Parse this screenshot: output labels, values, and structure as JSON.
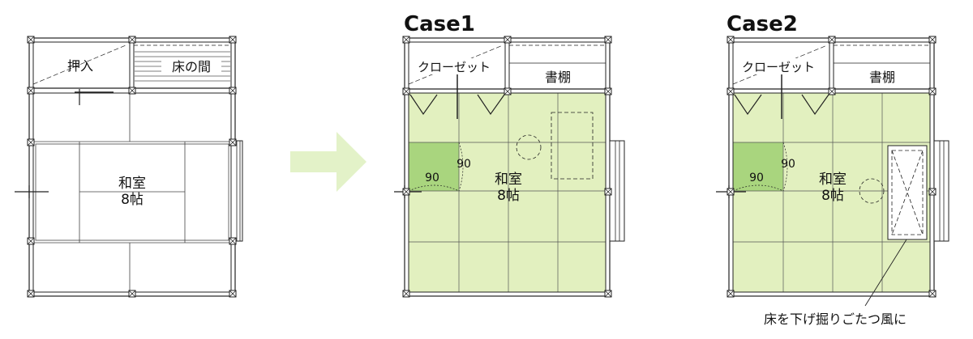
{
  "colors": {
    "floor_green": "#e2f0bf",
    "mat_green": "#a9d57e",
    "arrow_green": "#e3f2c8",
    "line": "#222222"
  },
  "before": {
    "closet": "押入",
    "alcove": "床の間",
    "room_name": "和室",
    "room_size": "8帖"
  },
  "case1": {
    "title": "Case1",
    "closet": "クローゼット",
    "shelf": "書棚",
    "dim_w": "90",
    "dim_h": "90",
    "room_name": "和室",
    "room_size": "8帖"
  },
  "case2": {
    "title": "Case2",
    "closet": "クローゼット",
    "shelf": "書棚",
    "dim_w": "90",
    "dim_h": "90",
    "room_name": "和室",
    "room_size": "8帖",
    "note": "床を下げ掘りごたつ風に"
  }
}
